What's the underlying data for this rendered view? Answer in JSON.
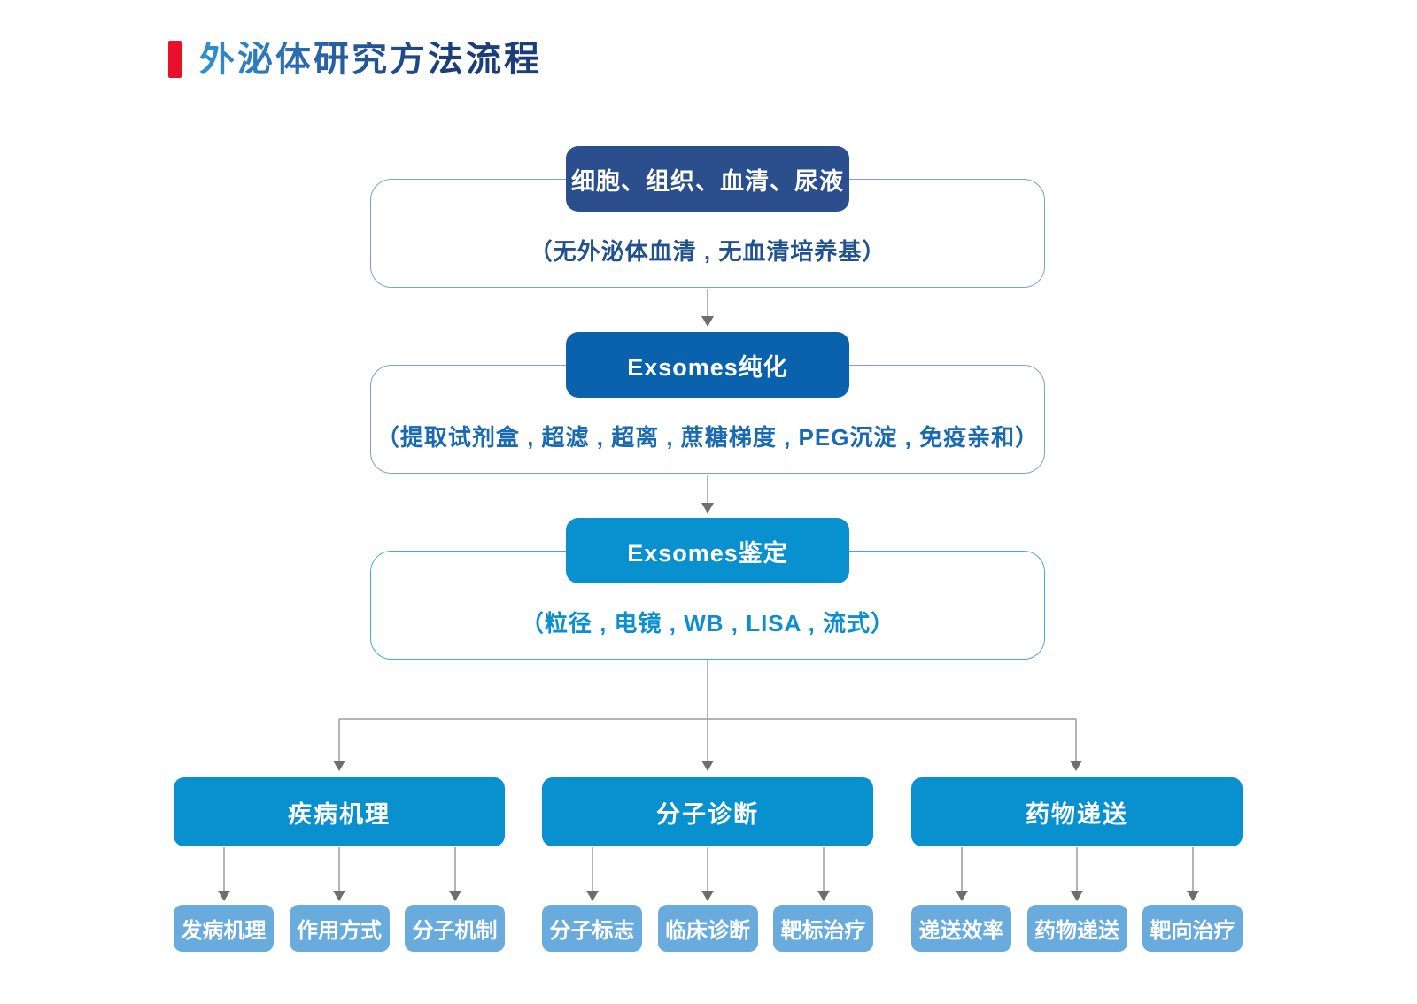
{
  "title": {
    "text": "外泌体研究方法流程"
  },
  "flow": {
    "stages": [
      {
        "label": "细胞、组织、血清、尿液",
        "note": "（无外泌体血清 , 无血清培养基）"
      },
      {
        "label": "Exsomes纯化",
        "note": "（提取试剂盒 , 超滤 , 超离 , 蔗糖梯度 , PEG沉淀 , 免疫亲和）"
      },
      {
        "label": "Exsomes鉴定",
        "note": "（粒径 , 电镜 , WB , LISA , 流式）"
      }
    ],
    "branches": [
      {
        "label": "疾病机理",
        "children": [
          "发病机理",
          "作用方式",
          "分子机制"
        ]
      },
      {
        "label": "分子诊断",
        "children": [
          "分子标志",
          "临床诊断",
          "靶标治疗"
        ]
      },
      {
        "label": "药物递送",
        "children": [
          "递送效率",
          "药物递送",
          "靶向治疗"
        ]
      }
    ]
  },
  "colors": {
    "accent_red": "#e8102a",
    "title_gradient_start": "#3191cf",
    "title_gradient_end": "#1c3d78",
    "stage1_fill": "#2b4e8d",
    "stage2_fill": "#0b62ac",
    "stage3_fill": "#0991cf",
    "branch_fill": "#0991cf",
    "leaf_fill": "#68abdc",
    "panel_border_blue": "#7aa3cc",
    "panel_border_cyan": "#49a7d4",
    "note1_text": "#21518f",
    "note2_text": "#1a6ab1",
    "note3_text": "#0d8ecd",
    "connector_line": "#9b9b9b",
    "connector_head": "#6e6e6e"
  }
}
